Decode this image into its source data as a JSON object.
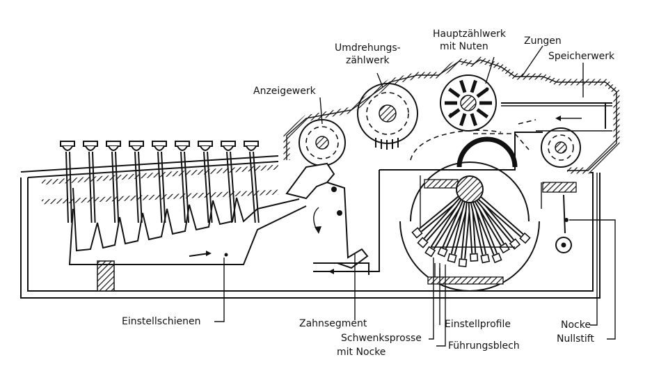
{
  "labels": {
    "anzeigewerk": "Anzeigewerk",
    "umdrehungs_1": "Umdrehungs-",
    "umdrehungs_2": "zählwerk",
    "haupt_1": "Hauptzählwerk",
    "haupt_2": "mit Nuten",
    "zungen": "Zungen",
    "speicherwerk": "Speicherwerk",
    "einstellschienen": "Einstellschienen",
    "zahnsegment": "Zahnsegment",
    "schwenk_1": "Schwenksprosse",
    "schwenk_2": "mit Nocke",
    "einstellprofile": "Einstellprofile",
    "fuehrungsblech": "Führungsblech",
    "nocke": "Nocke",
    "nullstift": "Nullstift"
  },
  "colors": {
    "ink": "#111111",
    "paper": "#ffffff"
  },
  "keys": {
    "count": 9
  }
}
